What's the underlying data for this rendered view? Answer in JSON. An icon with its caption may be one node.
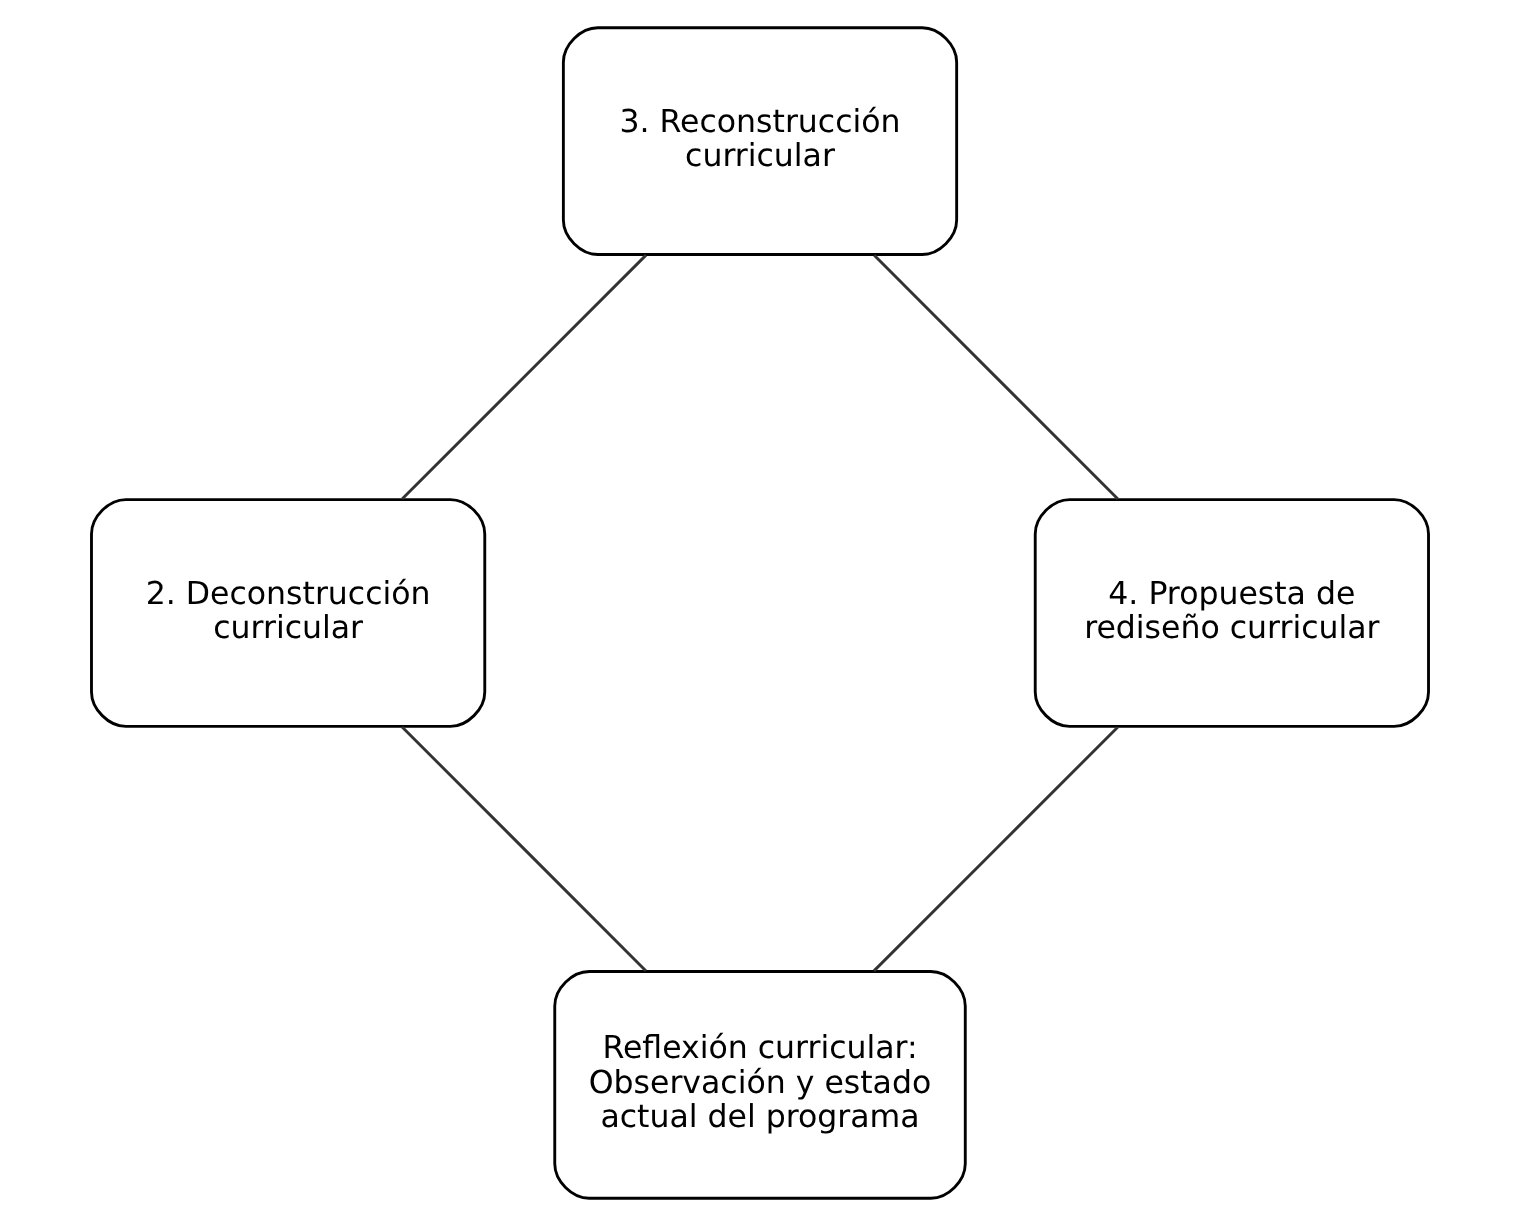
{
  "diagram": {
    "nodes": [
      {
        "text": [
          "Reflexión curricular: Observación y estado actual del programa"
        ]
      },
      {
        "text": [
          "2. Deconstrucción curricular"
        ]
      },
      {
        "text": [
          "3. Reconstrucción curricular"
        ]
      },
      {
        "text": [
          "4. Propuesta de rediseño curricular"
        ]
      }
    ],
    "edges": [
      {
        "from": 0,
        "to": 1,
        "arrow": "none"
      },
      {
        "from": 1,
        "to": 2,
        "arrow": "none"
      },
      {
        "from": 2,
        "to": 3,
        "arrow": "none"
      },
      {
        "from": 3,
        "to": 0,
        "arrow": "none"
      }
    ]
  }
}
